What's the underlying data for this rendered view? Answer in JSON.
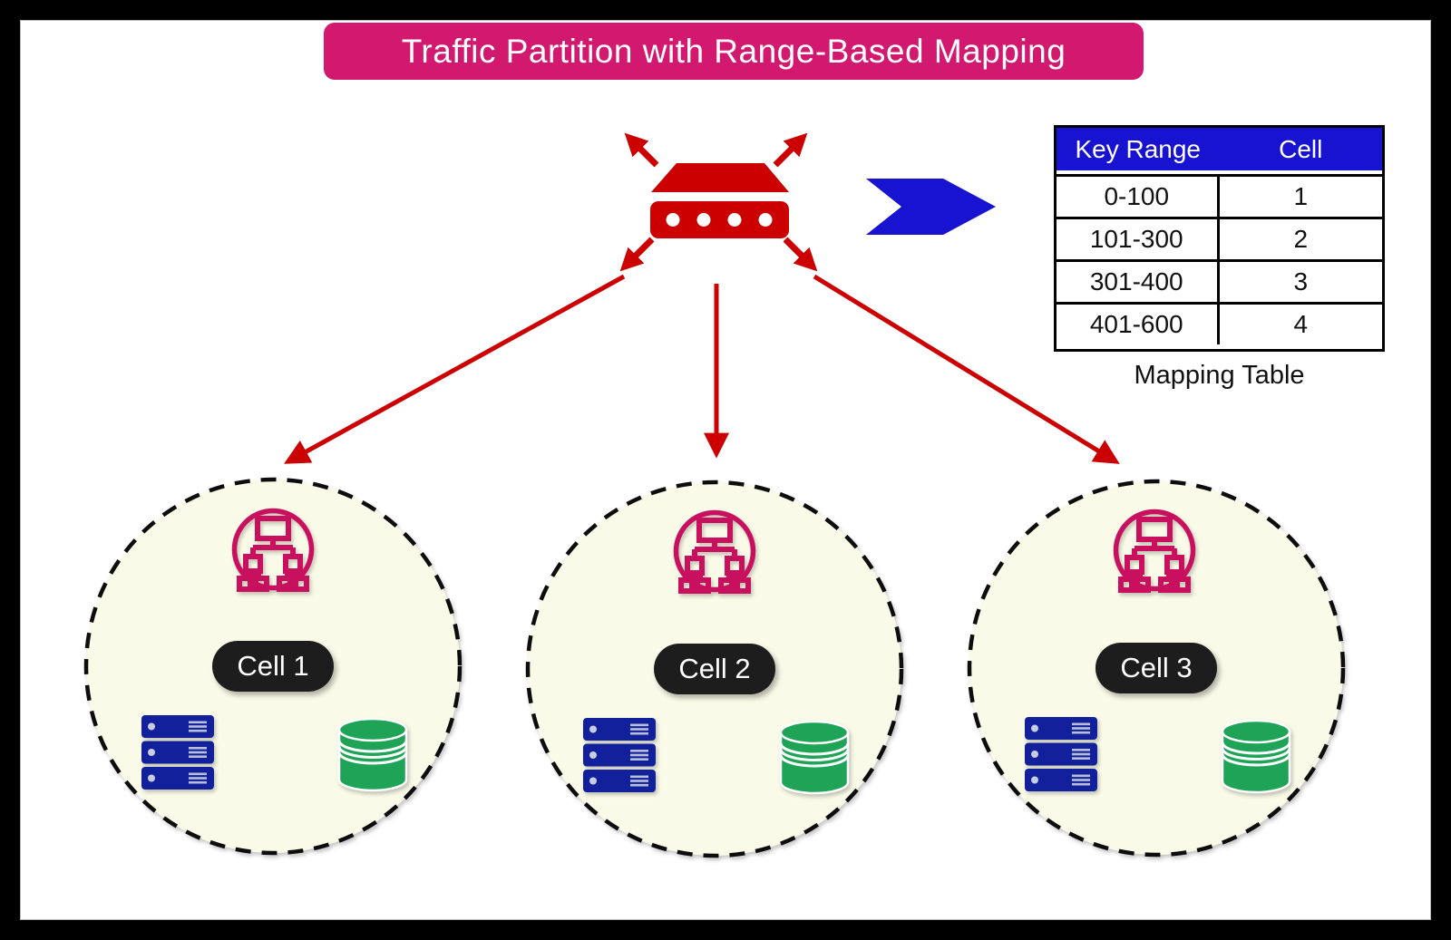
{
  "title": "Traffic Partition with Range-Based Mapping",
  "mapping_table": {
    "caption": "Mapping Table",
    "headers": [
      "Key Range",
      "Cell"
    ],
    "rows": [
      [
        "0-100",
        "1"
      ],
      [
        "101-300",
        "2"
      ],
      [
        "301-400",
        "3"
      ],
      [
        "401-600",
        "4"
      ]
    ]
  },
  "cells": [
    {
      "label": "Cell 1"
    },
    {
      "label": "Cell 2"
    },
    {
      "label": "Cell 3"
    }
  ],
  "icons": {
    "load_balancer": "load-balancer-icon",
    "fanout_arrows": "fanout-arrow-icon",
    "chevron": "chevron-right-icon",
    "sitemap": "sitemap-icon",
    "server": "server-stack-icon",
    "database": "database-icon"
  },
  "colors": {
    "banner_pink": "#D2186F",
    "arrow_red": "#CC0000",
    "table_header_blue": "#1713D0",
    "chevron_blue": "#1713D0",
    "sitemap_pink": "#C8105F",
    "server_navy": "#12219B",
    "database_green": "#1FA457",
    "cell_fill": "#FAFAE8",
    "pill_black": "#1D1D1D"
  }
}
